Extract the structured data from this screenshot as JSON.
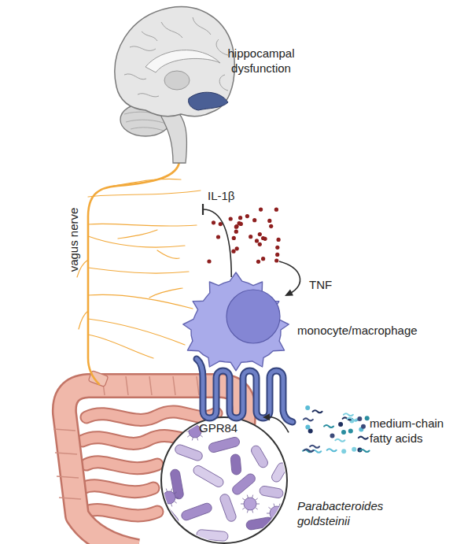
{
  "diagram": {
    "nodes": [
      {
        "text": [
          "hippocampal dysfunction"
        ]
      },
      {
        "text": [
          "vagus nerve"
        ]
      },
      {
        "text": [
          "monocyte/macrophage"
        ]
      },
      {
        "text": [
          "GPR84"
        ]
      },
      {
        "text": [
          "medium-chain fatty acids"
        ]
      },
      {
        "text": [
          "Parabacteroides goldsteinii"
        ]
      }
    ],
    "edges": [
      {
        "from": 2,
        "to": 1,
        "label": "IL-1β",
        "arrow": "to"
      },
      {
        "from": 5,
        "to": 3,
        "arrow": "to"
      }
    ],
    "labels": [
      "TNF"
    ]
  }
}
